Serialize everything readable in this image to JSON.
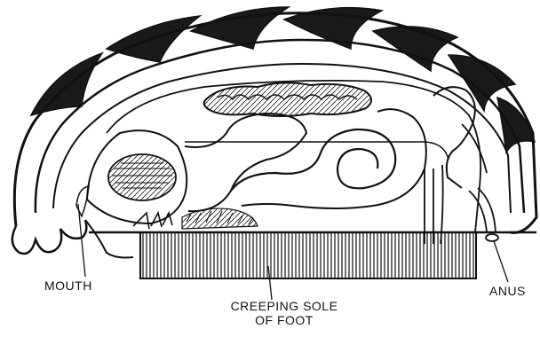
{
  "labels": {
    "mouth": "MOUTH",
    "creeping_sole_line1": "CREEPING SOLE",
    "creeping_sole_line2": "OF FOOT",
    "anus": "ANUS"
  },
  "colors": {
    "ink": "#111111",
    "background": "#ffffff"
  }
}
